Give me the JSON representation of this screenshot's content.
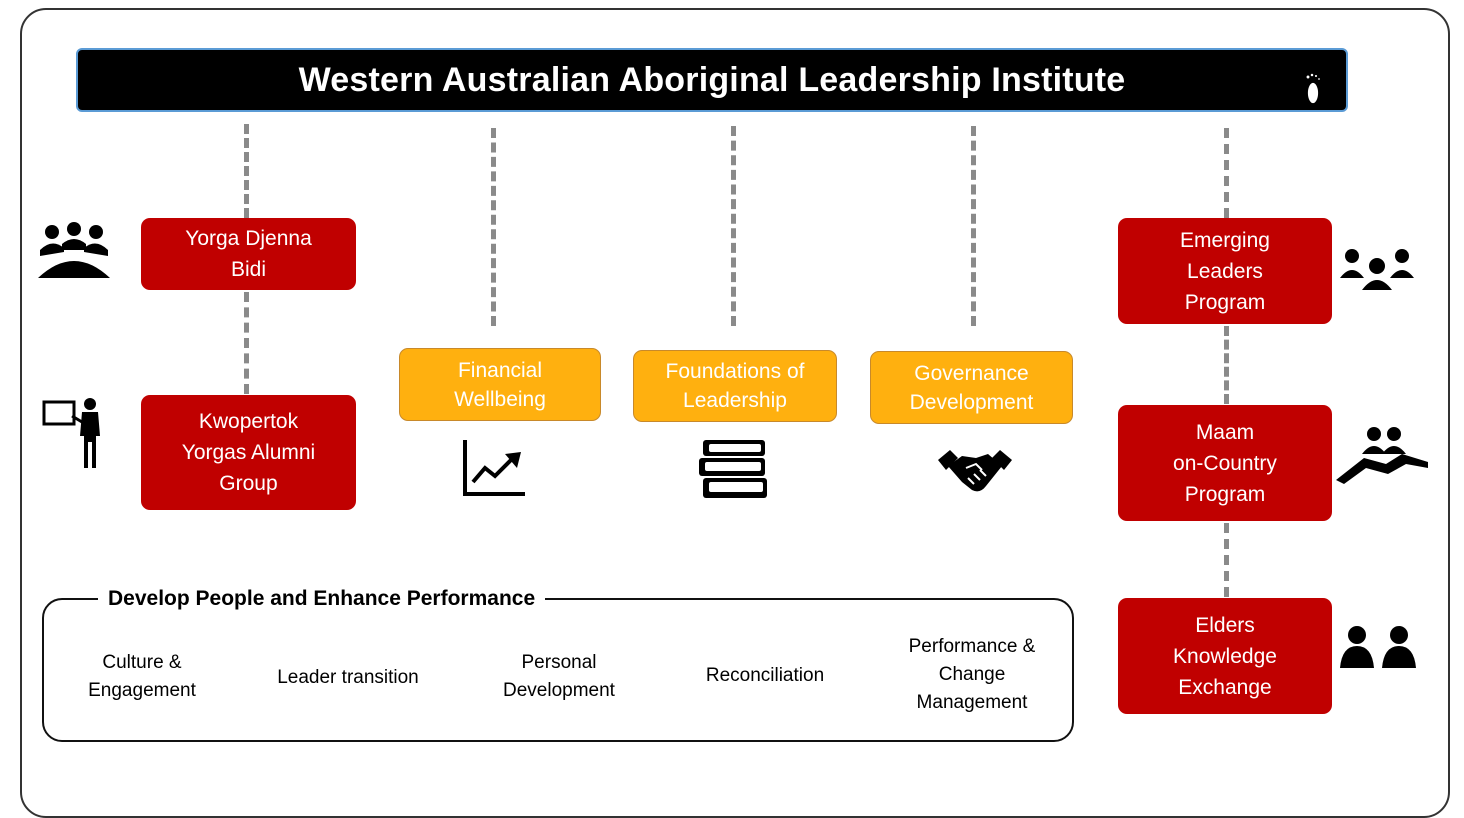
{
  "banner": {
    "title": "Western Australian Aboriginal Leadership Institute"
  },
  "programs_left": [
    {
      "label": "Yorga Djenna\nBidi",
      "icon": "group-meeting-icon"
    },
    {
      "label": "Kwopertok\nYorgas Alumni\nGroup",
      "icon": "presenter-board-icon"
    }
  ],
  "programs_center": [
    {
      "label": "Financial\nWellbeing",
      "icon": "growth-chart-icon"
    },
    {
      "label": "Foundations of\nLeadership",
      "icon": "books-stack-icon"
    },
    {
      "label": "Governance\nDevelopment",
      "icon": "handshake-icon"
    }
  ],
  "programs_right": [
    {
      "label": "Emerging\nLeaders\nProgram",
      "icon": "three-people-icon"
    },
    {
      "label": "Maam\non-Country\nProgram",
      "icon": "people-landscape-icon"
    },
    {
      "label": "Elders\nKnowledge\nExchange",
      "icon": "two-people-icon"
    }
  ],
  "performance": {
    "title": "Develop People and Enhance Performance",
    "items": [
      "Culture &\nEngagement",
      "Leader transition",
      "Personal\nDevelopment",
      "Reconciliation",
      "Performance &\nChange\nManagement"
    ]
  },
  "colors": {
    "red": "#c00000",
    "orange": "#ffb00f",
    "banner": "#000000",
    "banner_border": "#5b9bd5"
  }
}
